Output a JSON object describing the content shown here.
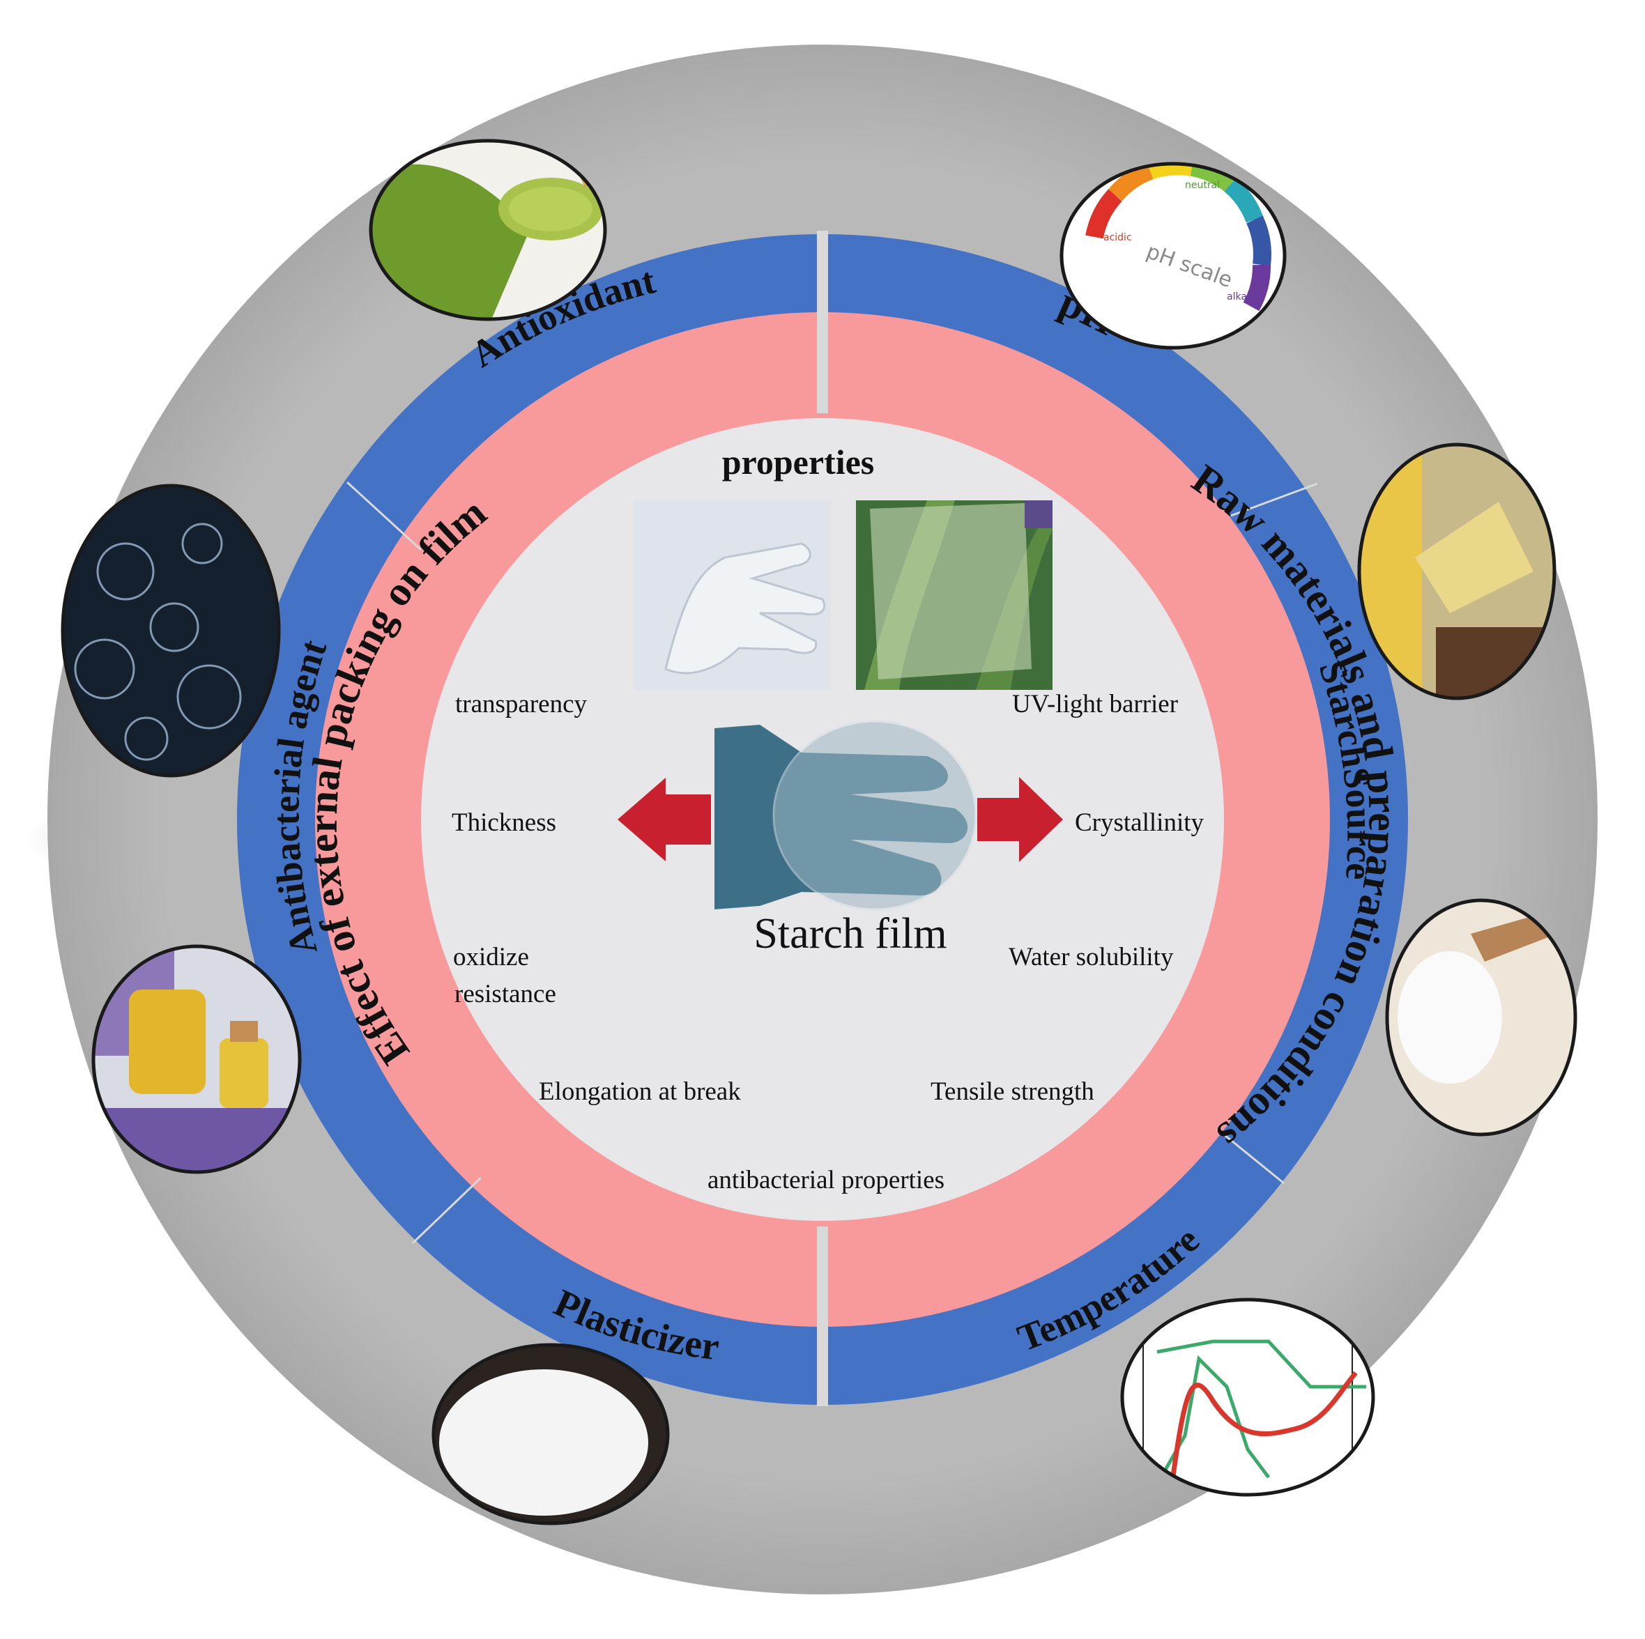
{
  "colors": {
    "outer_ring": "#b4b4b4",
    "blue_ring": "#4472c4",
    "pink_ring": "#f8999b",
    "center": "#e7e6e8",
    "arrow": "#c8202f",
    "divider": "#d9d9d9"
  },
  "center": {
    "title": "Starch  film",
    "top_label": "properties",
    "properties": {
      "transparency": "transparency",
      "uv": "UV-light  barrier",
      "thickness": "Thickness",
      "crystallinity": "Crystallinity",
      "oxidize_1": "oxidize",
      "oxidize_2": "resistance",
      "water": "Water solubility",
      "elongation": "Elongation at break",
      "tensile": "Tensile strength",
      "antibacterial": "antibacterial properties"
    }
  },
  "pink_ring": {
    "left": "Effect of external packing on film",
    "right": "Raw materials and preparation conditions"
  },
  "blue_ring": {
    "antioxidant": "Antioxidant",
    "ph": "pH",
    "antibacterial_agent": "Antibacterial agent",
    "starch_source": "StarchSource",
    "plasticizer": "Plasticizer",
    "temperature": "Temperature"
  },
  "icons": {
    "tea": "green-tea-powder-image",
    "ph_scale": "ph-scale-image",
    "nanoparticles": "nanoparticles-image",
    "corn": "corn-starch-image",
    "oil": "essential-oil-image",
    "rice": "rice-starch-image",
    "powder": "white-powder-image",
    "graph": "temperature-graph-image"
  },
  "ph_scale": {
    "acidic": "acidic",
    "neutral": "neutral",
    "alkaline": "alkaline",
    "caption": "pH scale"
  }
}
